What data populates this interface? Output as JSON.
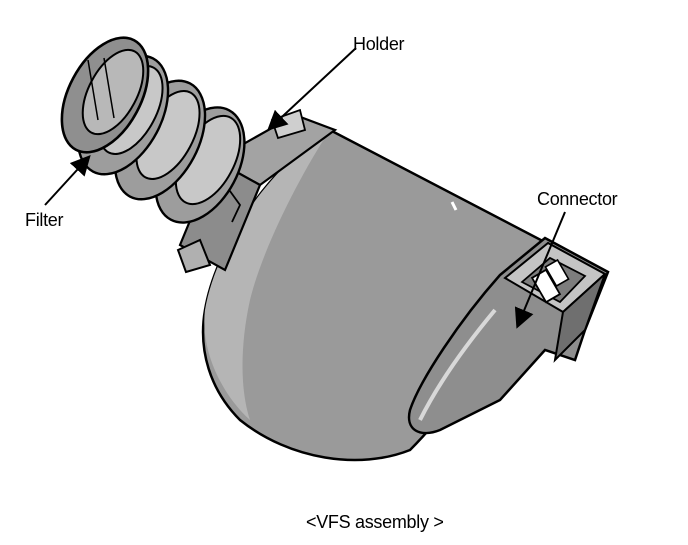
{
  "labels": {
    "holder": "Holder",
    "filter": "Filter",
    "connector": "Connector"
  },
  "caption": "<VFS assembly >",
  "colors": {
    "ink": "#000000",
    "paper": "#ffffff",
    "shade": "#9a9a9a",
    "shade_dark": "#7d7d7d",
    "shade_light": "#c4c4c4"
  }
}
